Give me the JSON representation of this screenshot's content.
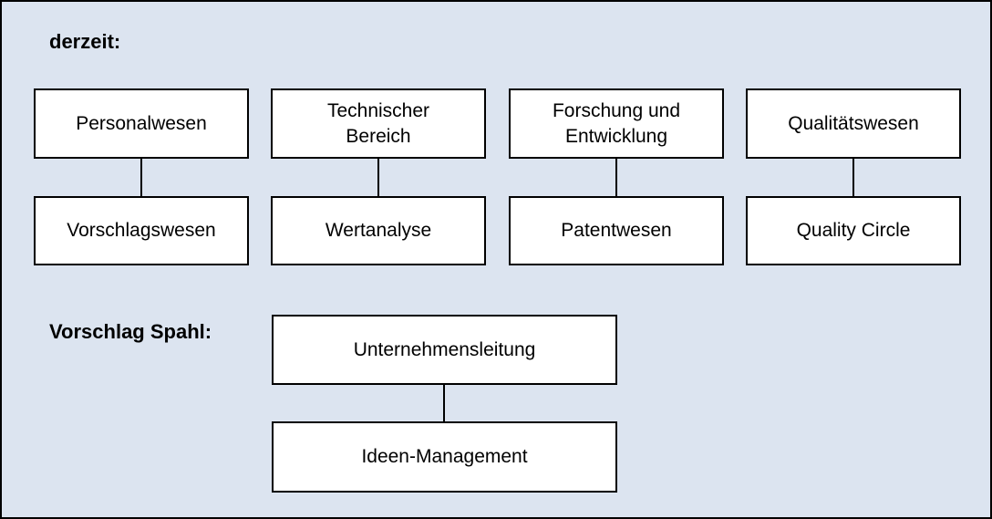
{
  "colors": {
    "background": "#dce4f0",
    "box_fill": "#ffffff",
    "line_and_border": "#000000",
    "text": "#000000"
  },
  "sections": {
    "current": {
      "label": "derzeit:",
      "columns": [
        {
          "parent": "Personalwesen",
          "child": "Vorschlagswesen"
        },
        {
          "parent": "Technischer Bereich",
          "child": "Wertanalyse"
        },
        {
          "parent": "Forschung und Entwicklung",
          "child": "Patentwesen"
        },
        {
          "parent": "Qualitätswesen",
          "child": "Quality Circle"
        }
      ]
    },
    "proposal": {
      "label": "Vorschlag Spahl:",
      "parent": "Unternehmensleitung",
      "child": "Ideen-Management"
    }
  }
}
